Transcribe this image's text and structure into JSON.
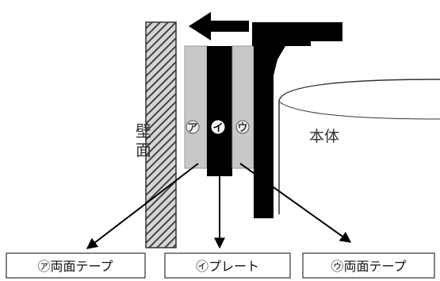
{
  "diagram": {
    "wall_label": [
      "壁",
      "面"
    ],
    "body_label": "本体",
    "markers": {
      "tape_left": "ア",
      "plate": "イ",
      "tape_right": "ウ"
    },
    "captions": {
      "tape_left": "㋐両面テープ",
      "plate": "㋑プレート",
      "tape_right": "㋒両面テープ"
    },
    "arrow_direction": "left",
    "colors": {
      "tape": "#c8c8c8",
      "plate": "#000000",
      "wall_hatch": "#555555"
    }
  }
}
